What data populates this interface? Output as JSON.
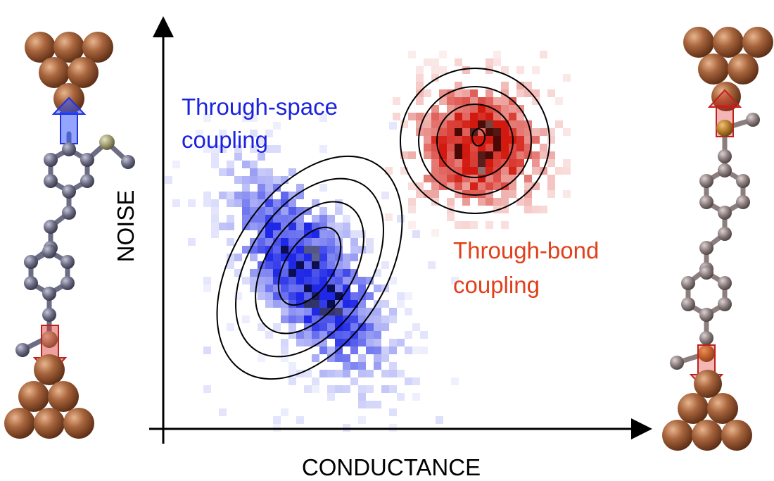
{
  "axes": {
    "x_label": "CONDUCTANCE",
    "y_label": "NOISE"
  },
  "clusters": [
    {
      "id": "through-space",
      "label_lines": [
        "Through-space",
        "coupling"
      ],
      "color": "#1a22e0"
    },
    {
      "id": "through-bond",
      "label_lines": [
        "Through-bond",
        "coupling"
      ],
      "color": "#e0331a"
    }
  ],
  "colors": {
    "blue_cluster": "#1a22e0",
    "red_cluster": "#cc1a10",
    "through_space_text": "#1a22e0",
    "through_bond_text": "#e0401a",
    "gold_atom": "#b8863b",
    "copper_atom": "#9a5a36",
    "carbon_left": "#6f6f86",
    "carbon_right": "#8a7b7b",
    "sulfur_left": "#a6a27a",
    "arrow_blue": "#3b5bff",
    "arrow_red": "#d9312a"
  },
  "icons": {
    "left_molecule": "molecular-junction-left-icon",
    "right_molecule": "molecular-junction-right-icon"
  }
}
